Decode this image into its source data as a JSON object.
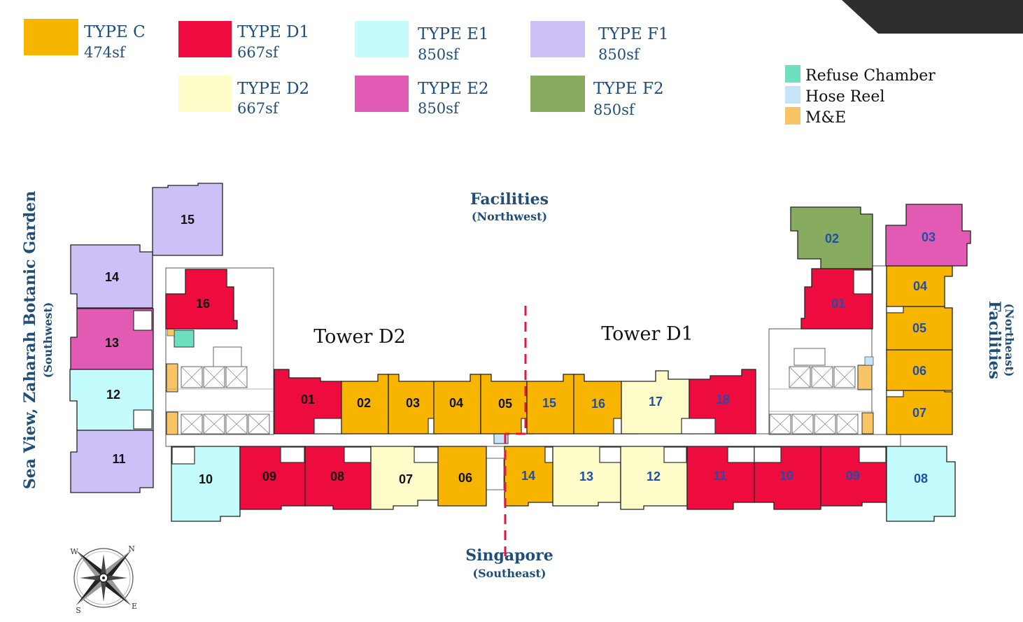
{
  "legend": {
    "types": [
      {
        "id": "type-c",
        "label": "TYPE C",
        "size": "474sf",
        "color": "#F8B500"
      },
      {
        "id": "type-d1",
        "label": "TYPE D1",
        "size": "667sf",
        "color": "#EE0C3F"
      },
      {
        "id": "type-e1",
        "label": "TYPE E1",
        "size": "850sf",
        "color": "#C4FBFD"
      },
      {
        "id": "type-f1",
        "label": "TYPE F1",
        "size": "850sf",
        "color": "#CDC0F7"
      },
      {
        "id": "type-d2",
        "label": "TYPE D2",
        "size": "667sf",
        "color": "#FEFCC9"
      },
      {
        "id": "type-e2",
        "label": "TYPE E2",
        "size": "850sf",
        "color": "#E15BB4"
      },
      {
        "id": "type-f2",
        "label": "TYPE F2",
        "size": "850sf",
        "color": "#88AC5F"
      }
    ],
    "services": [
      {
        "label": "Refuse Chamber",
        "color": "#6EE0C0"
      },
      {
        "label": "Hose Reel",
        "color": "#C6E4F8"
      },
      {
        "label": "M&E",
        "color": "#F9C466"
      }
    ]
  },
  "towers": {
    "d2": "Tower D2",
    "d1": "Tower D1"
  },
  "directions": {
    "northwest": {
      "title": "Facilities",
      "sub": "(Northwest)"
    },
    "southeast": {
      "title": "Singapore",
      "sub": "(Southeast)"
    },
    "southwest": {
      "title": "Sea View, Zaharah Botanic Garden",
      "sub": "(Southwest)"
    },
    "northeast": {
      "title": "Facilities",
      "sub": "(Northeast)"
    }
  },
  "compass": {
    "n": "N",
    "e": "E",
    "s": "S",
    "w": "W"
  },
  "units": {
    "d2": [
      {
        "no": "15",
        "type": "f1"
      },
      {
        "no": "14",
        "type": "f1"
      },
      {
        "no": "16",
        "type": "d1"
      },
      {
        "no": "13",
        "type": "e2"
      },
      {
        "no": "12",
        "type": "e1"
      },
      {
        "no": "11",
        "type": "f1"
      },
      {
        "no": "01",
        "type": "d1"
      },
      {
        "no": "02",
        "type": "c"
      },
      {
        "no": "03",
        "type": "c"
      },
      {
        "no": "04",
        "type": "c"
      },
      {
        "no": "05",
        "type": "c"
      },
      {
        "no": "10",
        "type": "e1"
      },
      {
        "no": "09",
        "type": "d1"
      },
      {
        "no": "08",
        "type": "d1"
      },
      {
        "no": "07",
        "type": "d2"
      },
      {
        "no": "06",
        "type": "c"
      }
    ],
    "d1": [
      {
        "no": "15",
        "type": "c"
      },
      {
        "no": "16",
        "type": "c"
      },
      {
        "no": "17",
        "type": "d2"
      },
      {
        "no": "18",
        "type": "d1"
      },
      {
        "no": "14",
        "type": "c"
      },
      {
        "no": "13",
        "type": "d2"
      },
      {
        "no": "12",
        "type": "d2"
      },
      {
        "no": "11",
        "type": "d1"
      },
      {
        "no": "10",
        "type": "d1"
      },
      {
        "no": "09",
        "type": "d1"
      },
      {
        "no": "08",
        "type": "e1"
      },
      {
        "no": "07",
        "type": "c"
      },
      {
        "no": "06",
        "type": "c"
      },
      {
        "no": "05",
        "type": "c"
      },
      {
        "no": "04",
        "type": "c"
      },
      {
        "no": "03",
        "type": "e2"
      },
      {
        "no": "02",
        "type": "f2"
      },
      {
        "no": "01",
        "type": "d1"
      }
    ]
  }
}
